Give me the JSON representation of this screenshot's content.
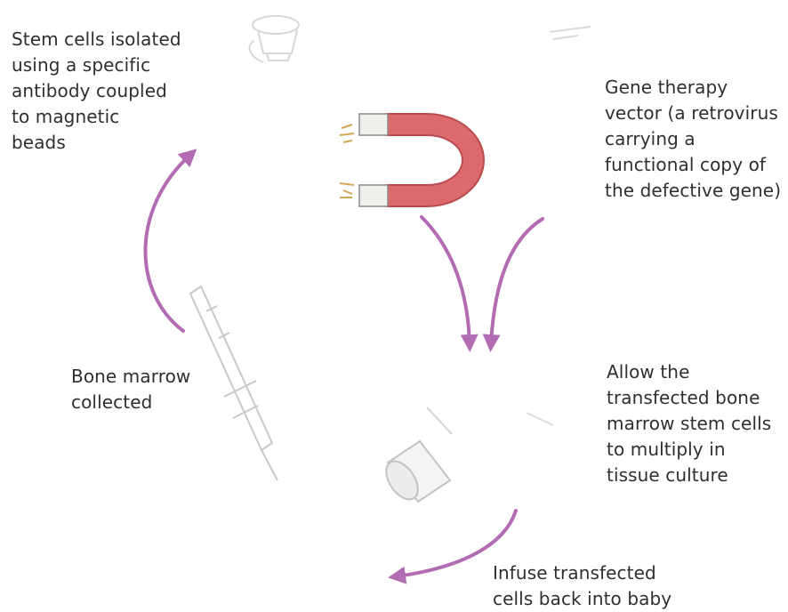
{
  "labels": {
    "stem_cells": "Stem cells isolated\nusing a specific\nantibody coupled\nto magnetic\nbeads",
    "vector": "Gene therapy\nvector (a retrovirus\ncarrying a\nfunctional copy of\nthe defective gene)",
    "bone_marrow": "Bone marrow\ncollected",
    "multiply": "Allow the\ntransfected bone\nmarrow stem cells\nto multiply in\ntissue culture",
    "infuse": "Infuse transfected\ncells back into baby"
  },
  "colors": {
    "arrow": "#b36cb3",
    "magnet": "#dc6a6c",
    "magnet_edge": "#b84b50",
    "magnet_tip": "#f1efec",
    "sketch": "#c9c9c9",
    "text": "#2f2f2f"
  },
  "icons": [
    "syringe-icon",
    "magnet-icon",
    "culture-tube-icon",
    "baby-bottle-icon"
  ]
}
